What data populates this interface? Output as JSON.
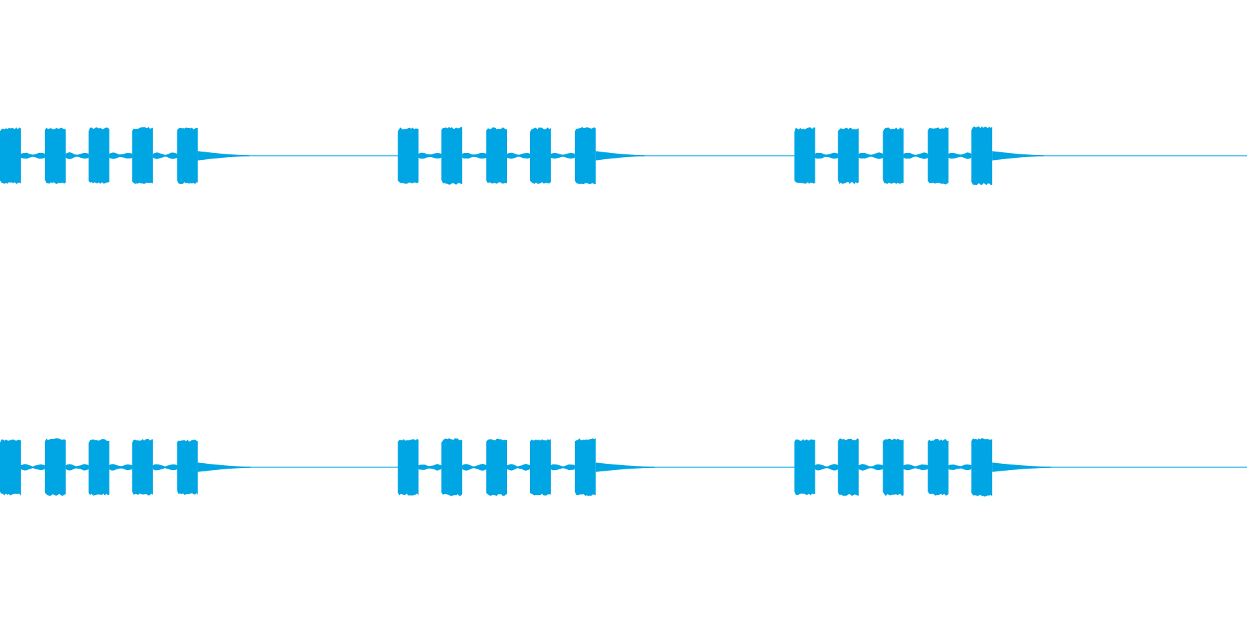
{
  "chart_data": {
    "type": "area",
    "title": "",
    "xlabel": "",
    "ylabel": "",
    "color": "#00a6e4",
    "background": "#ffffff",
    "grid": false,
    "legend": "none",
    "xlim": [
      0,
      1
    ],
    "ylim": [
      -1,
      1
    ],
    "channels": [
      {
        "bursts": [
          {
            "start": 0.0,
            "pulses": [
              {
                "x": 0.0,
                "amp": 0.95
              },
              {
                "x": 0.036,
                "amp": 0.95
              },
              {
                "x": 0.071,
                "amp": 0.95
              },
              {
                "x": 0.106,
                "amp": 0.97
              },
              {
                "x": 0.142,
                "amp": 0.95
              }
            ],
            "tail_end": 0.2
          },
          {
            "start": 0.319,
            "pulses": [
              {
                "x": 0.319,
                "amp": 0.95
              },
              {
                "x": 0.354,
                "amp": 0.97
              },
              {
                "x": 0.39,
                "amp": 0.95
              },
              {
                "x": 0.425,
                "amp": 0.95
              },
              {
                "x": 0.461,
                "amp": 0.97
              }
            ],
            "tail_end": 0.517
          },
          {
            "start": 0.637,
            "pulses": [
              {
                "x": 0.637,
                "amp": 0.95
              },
              {
                "x": 0.672,
                "amp": 0.95
              },
              {
                "x": 0.708,
                "amp": 0.95
              },
              {
                "x": 0.744,
                "amp": 0.97
              },
              {
                "x": 0.779,
                "amp": 0.99
              }
            ],
            "tail_end": 0.837
          }
        ]
      },
      {
        "bursts": [
          {
            "start": 0.0,
            "pulses": [
              {
                "x": 0.0,
                "amp": 0.95
              },
              {
                "x": 0.036,
                "amp": 0.97
              },
              {
                "x": 0.071,
                "amp": 0.95
              },
              {
                "x": 0.106,
                "amp": 0.95
              },
              {
                "x": 0.142,
                "amp": 0.93
              }
            ],
            "tail_end": 0.201
          },
          {
            "start": 0.319,
            "pulses": [
              {
                "x": 0.319,
                "amp": 0.95
              },
              {
                "x": 0.354,
                "amp": 0.97
              },
              {
                "x": 0.39,
                "amp": 0.97
              },
              {
                "x": 0.425,
                "amp": 0.95
              },
              {
                "x": 0.461,
                "amp": 0.97
              }
            ],
            "tail_end": 0.525
          },
          {
            "start": 0.637,
            "pulses": [
              {
                "x": 0.637,
                "amp": 0.95
              },
              {
                "x": 0.672,
                "amp": 0.97
              },
              {
                "x": 0.708,
                "amp": 0.97
              },
              {
                "x": 0.744,
                "amp": 0.95
              },
              {
                "x": 0.779,
                "amp": 0.99
              }
            ],
            "tail_end": 0.843
          }
        ]
      }
    ]
  }
}
